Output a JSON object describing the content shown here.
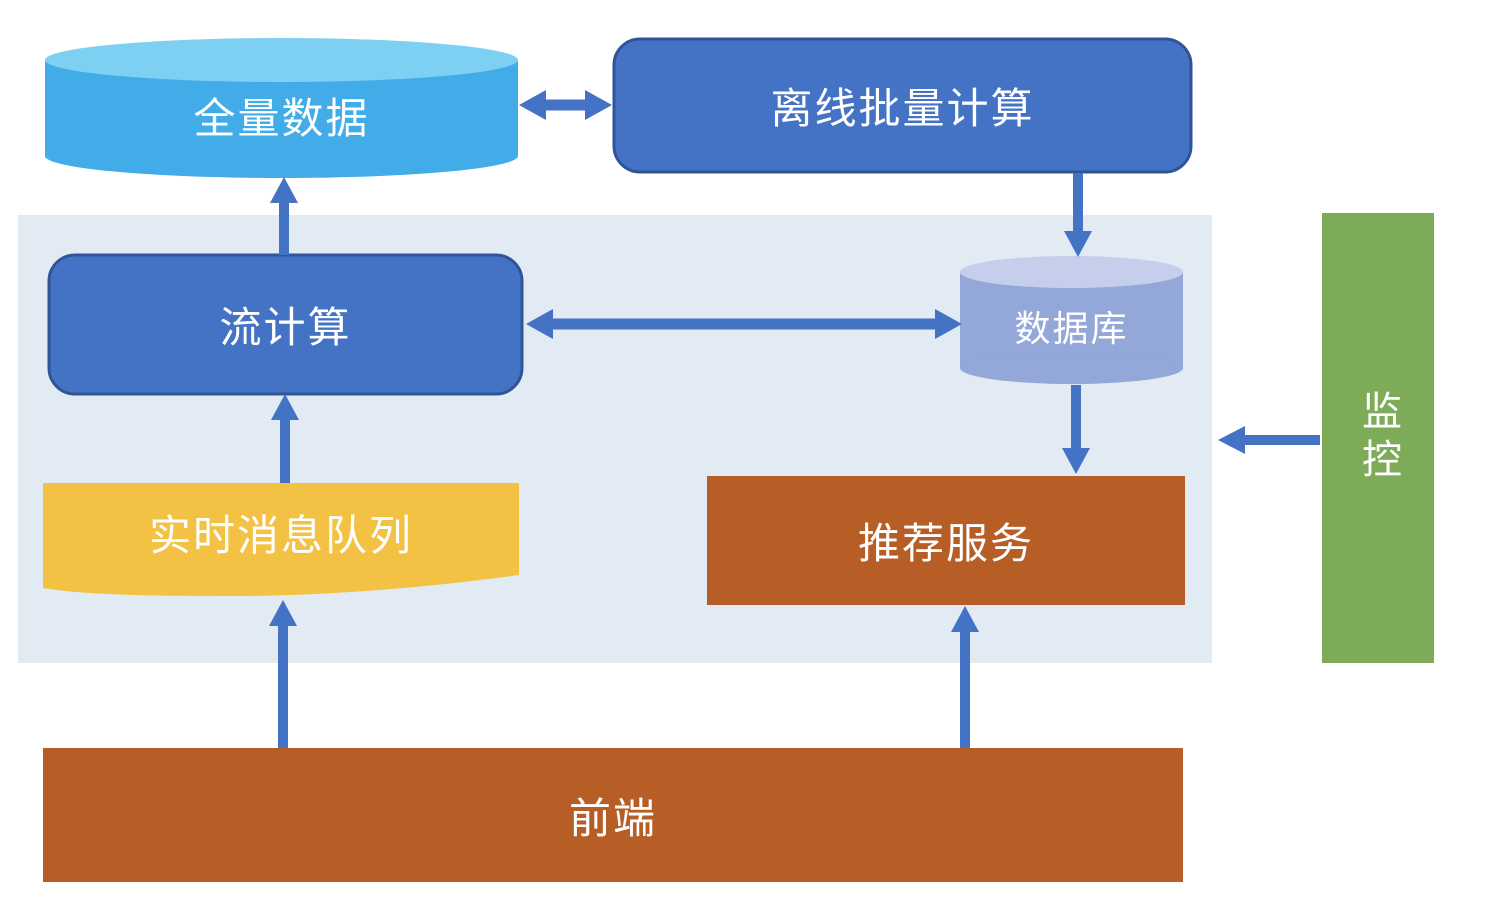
{
  "diagram": {
    "description": "推荐系统架构图 (recommendation system architecture diagram)",
    "panel": {
      "name": "实时处理层背景面板",
      "color": "#E2EAF4"
    },
    "nodes": {
      "full_data": {
        "label": "全量数据",
        "shape": "cylinder",
        "fill": "#41ACE8",
        "top_fill": "#7ED0F2"
      },
      "offline_batch": {
        "label": "离线批量计算",
        "shape": "rounded-rect",
        "fill": "#4472C4",
        "border": "#2F5597"
      },
      "stream_compute": {
        "label": "流计算",
        "shape": "rounded-rect",
        "fill": "#4472C4",
        "border": "#2F5597"
      },
      "database": {
        "label": "数据库",
        "shape": "cylinder",
        "fill": "#93A7D8",
        "top_fill": "#C5CFEC"
      },
      "realtime_queue": {
        "label": "实时消息队列",
        "shape": "wave-tape",
        "fill": "#F3C244"
      },
      "recommend_service": {
        "label": "推荐服务",
        "shape": "rect",
        "fill": "#B65E26"
      },
      "frontend": {
        "label": "前端",
        "shape": "rect",
        "fill": "#B65E26"
      },
      "monitor": {
        "label": "监控",
        "shape": "rect",
        "fill": "#7DAB58"
      }
    },
    "arrow_color": "#4472C4",
    "edges": [
      {
        "from": "stream_compute",
        "to": "full_data",
        "bidirectional": false
      },
      {
        "from": "full_data",
        "to": "offline_batch",
        "bidirectional": true
      },
      {
        "from": "offline_batch",
        "to": "database",
        "bidirectional": false
      },
      {
        "from": "stream_compute",
        "to": "database",
        "bidirectional": true
      },
      {
        "from": "database",
        "to": "recommend_service",
        "bidirectional": false
      },
      {
        "from": "realtime_queue",
        "to": "stream_compute",
        "bidirectional": false
      },
      {
        "from": "frontend",
        "to": "realtime_queue",
        "bidirectional": false
      },
      {
        "from": "frontend",
        "to": "recommend_service",
        "bidirectional": false
      },
      {
        "from": "monitor",
        "to": "realtime_layer_panel",
        "bidirectional": false
      }
    ]
  }
}
